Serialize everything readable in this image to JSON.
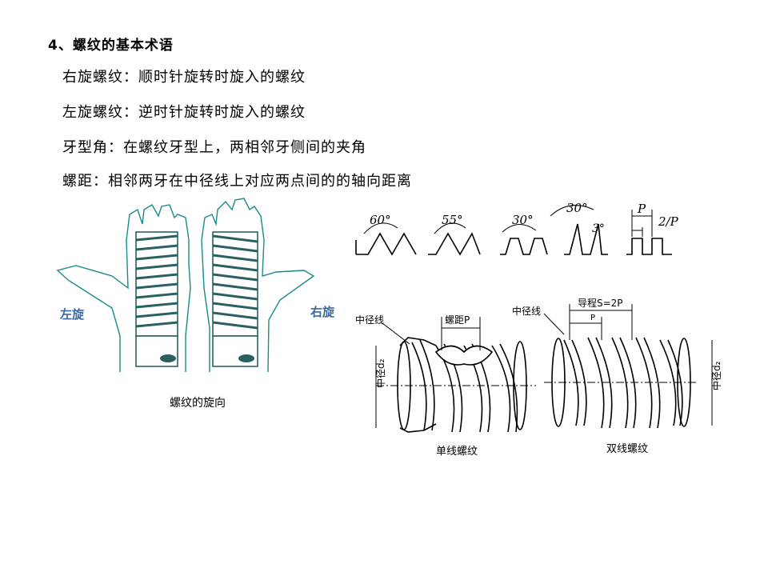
{
  "heading": "4、螺纹的基本术语",
  "terms": [
    {
      "text": "右旋螺纹：顺时针旋转时旋入的螺纹"
    },
    {
      "text": "左旋螺纹：逆时针旋转时旋入的螺纹"
    },
    {
      "text": "牙型角：在螺纹牙型上，两相邻牙侧间的夹角"
    },
    {
      "text": "螺距：相邻两牙在中径线上对应两点间的的轴向距离"
    }
  ],
  "hand_figure": {
    "left_label": "左旋",
    "right_label": "右旋",
    "caption": "螺纹的旋向"
  },
  "profiles": {
    "a60": "60°",
    "a55": "55°",
    "a30": "30°",
    "a30b": "30°",
    "a3": "3°",
    "p": "P",
    "p2": "2/P"
  },
  "single_thread": {
    "pitch_line": "中径线",
    "pitch": "螺距P",
    "diameter": "中径d₂",
    "caption": "单线螺纹"
  },
  "double_thread": {
    "pitch_line": "中径线",
    "lead": "导程S=2P",
    "p": "P",
    "diameter": "中径d₂",
    "caption": "双线螺纹"
  },
  "colors": {
    "hand_bg": "#ffffff",
    "hand_line": "#1a8a8a",
    "hand_thread": "#2b6060",
    "label": "#3a6aa0"
  }
}
